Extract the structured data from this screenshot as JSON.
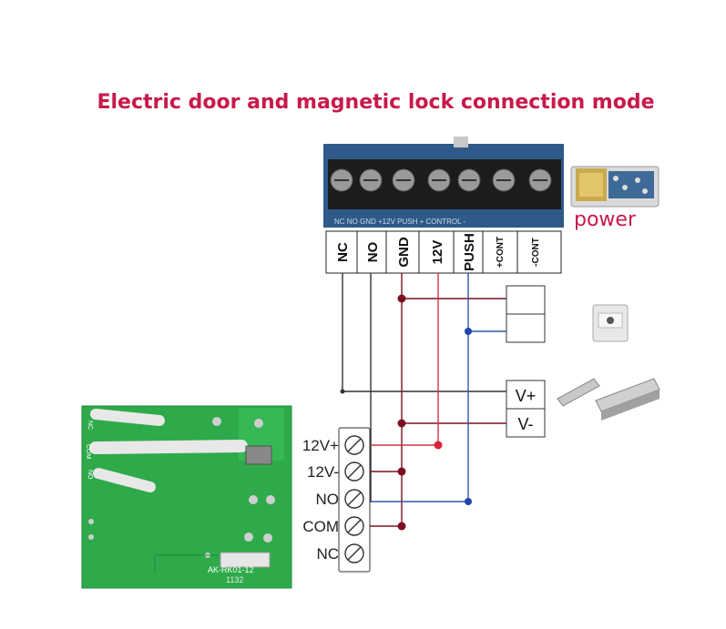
{
  "title": "Electric door and magnetic lock connection mode",
  "power_label": "power",
  "controller": {
    "terminals": [
      "NC",
      "NO",
      "GND",
      "12V",
      "PUSH",
      "+CONT",
      "-CONT"
    ],
    "pcb_legend": "NC  NO  GND  +12V  PUSH  + CONTROL -"
  },
  "lock_labels": [
    "V+",
    "V-"
  ],
  "relay_terminals": [
    "12V+",
    "12V-",
    "NO",
    "COM",
    "NC"
  ],
  "relay_board": {
    "pins": [
      "NC",
      "COM",
      "NO"
    ],
    "model": "AK-RK01-12",
    "code": "1132"
  },
  "colors": {
    "title": "#c8194a",
    "wire_black": "#333333",
    "wire_red": "#cc3344",
    "wire_blue": "#3355aa",
    "junction_dark_red": "#7a1020",
    "junction_red": "#e0203a",
    "junction_blue": "#2244aa",
    "pcb_green": "#2eaa4a",
    "terminal_blue": "#2e5a8a"
  }
}
